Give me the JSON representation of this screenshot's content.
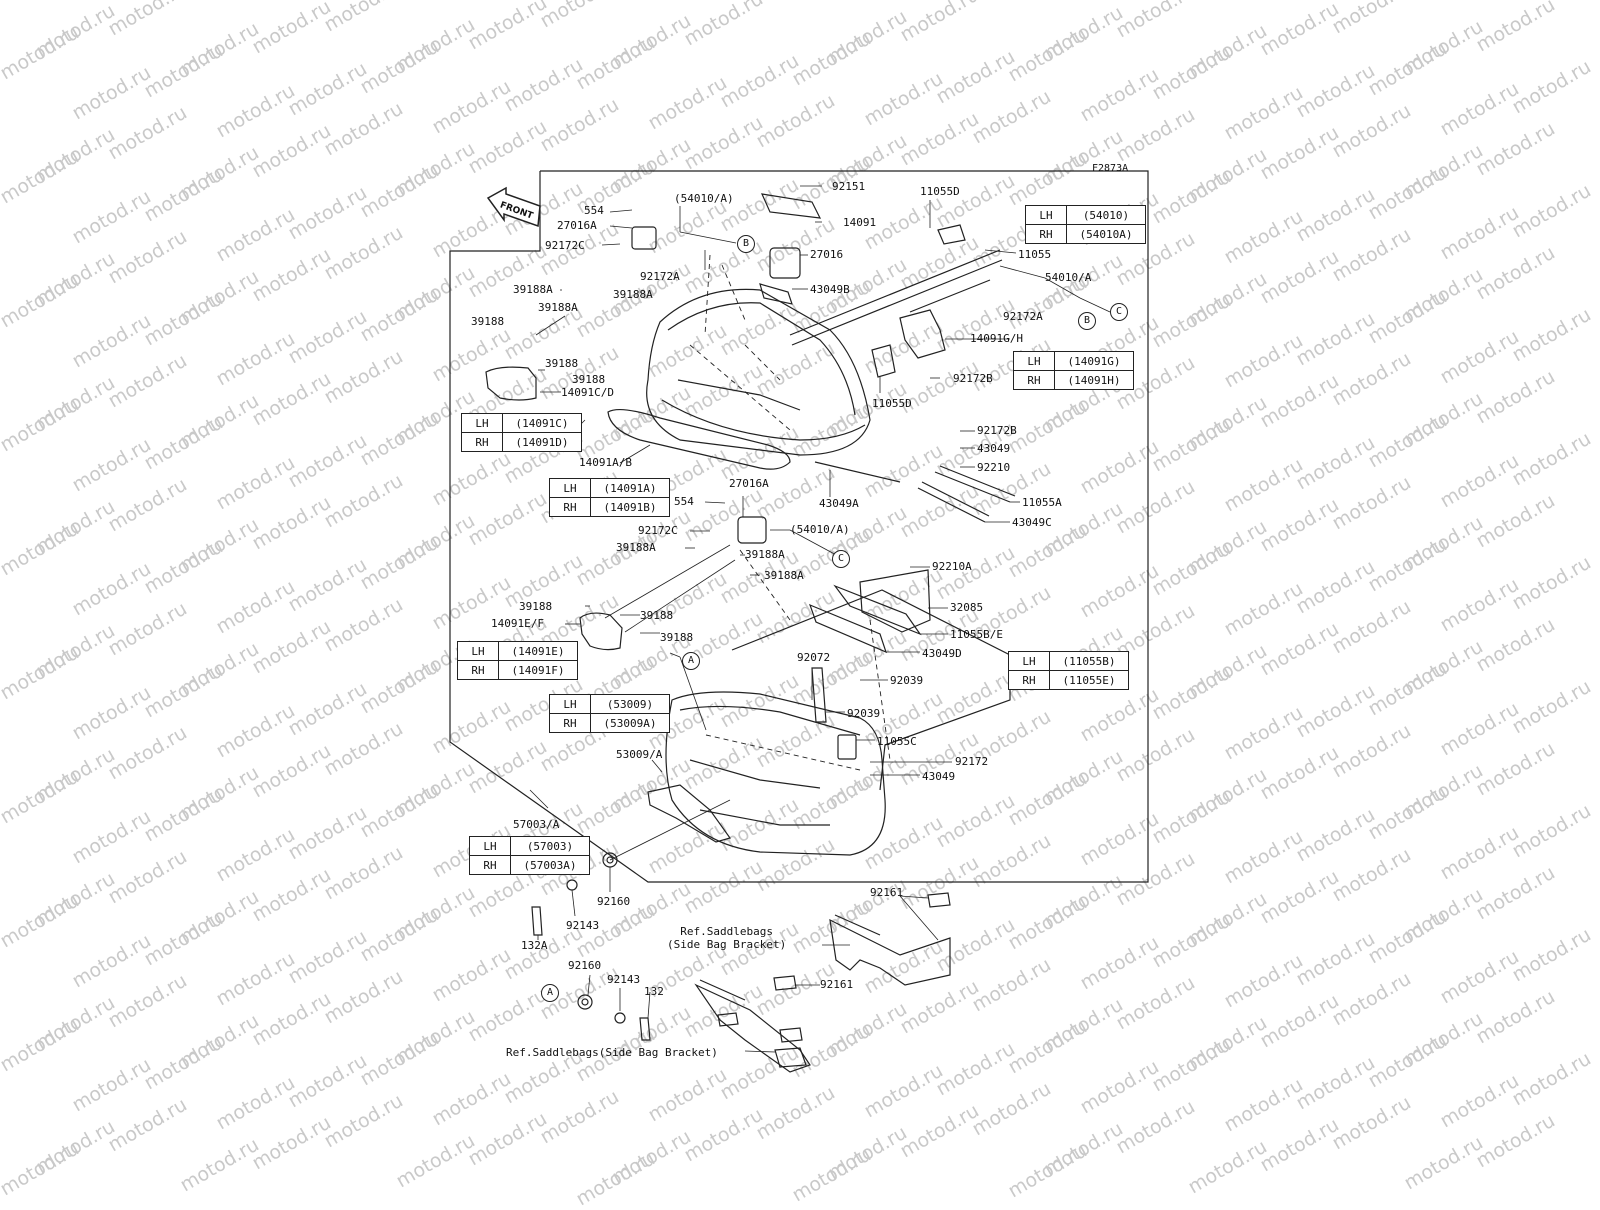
{
  "watermark": "motod.ru",
  "figure_code": "F2873A",
  "front_label": "FRONT",
  "part_labels": [
    "554",
    "27016A",
    "92172C",
    "(54010/A)",
    "92151",
    "14091",
    "27016",
    "11055D",
    "11055",
    "54010/A",
    "92172A",
    "43049B",
    "92172A",
    "14091G/H",
    "92172B",
    "11055D",
    "39188A",
    "39188A",
    "39188A",
    "39188",
    "39188",
    "39188",
    "14091C/D",
    "14091A/B",
    "92172B",
    "43049",
    "92210",
    "43049A",
    "11055A",
    "43049C",
    "27016A",
    "554",
    "92172C",
    "(54010/A)",
    "39188A",
    "39188A",
    "39188A",
    "92210A",
    "32085",
    "11055B/E",
    "43049D",
    "39188",
    "14091E/F",
    "39188",
    "39188",
    "92072",
    "92039",
    "92039",
    "11055C",
    "92172",
    "43049",
    "53009/A",
    "57003/A",
    "92160",
    "92143",
    "132A",
    "92161",
    "92160",
    "92143",
    "132",
    "92161"
  ],
  "ref_labels": [
    "Ref.Saddlebags\n(Side Bag Bracket)",
    "Ref.Saddlebags(Side Bag Bracket)"
  ],
  "circle_refs": [
    "B",
    "B",
    "C",
    "C",
    "A",
    "A"
  ],
  "variant_tables": [
    {
      "rows": [
        {
          "side": "LH",
          "code": "(54010)"
        },
        {
          "side": "RH",
          "code": "(54010A)"
        }
      ]
    },
    {
      "rows": [
        {
          "side": "LH",
          "code": "(14091G)"
        },
        {
          "side": "RH",
          "code": "(14091H)"
        }
      ]
    },
    {
      "rows": [
        {
          "side": "LH",
          "code": "(14091C)"
        },
        {
          "side": "RH",
          "code": "(14091D)"
        }
      ]
    },
    {
      "rows": [
        {
          "side": "LH",
          "code": "(14091A)"
        },
        {
          "side": "RH",
          "code": "(14091B)"
        }
      ]
    },
    {
      "rows": [
        {
          "side": "LH",
          "code": "(14091E)"
        },
        {
          "side": "RH",
          "code": "(14091F)"
        }
      ]
    },
    {
      "rows": [
        {
          "side": "LH",
          "code": "(11055B)"
        },
        {
          "side": "RH",
          "code": "(11055E)"
        }
      ]
    },
    {
      "rows": [
        {
          "side": "LH",
          "code": "(53009)"
        },
        {
          "side": "RH",
          "code": "(53009A)"
        }
      ]
    },
    {
      "rows": [
        {
          "side": "LH",
          "code": "(57003)"
        },
        {
          "side": "RH",
          "code": "(57003A)"
        }
      ]
    }
  ]
}
